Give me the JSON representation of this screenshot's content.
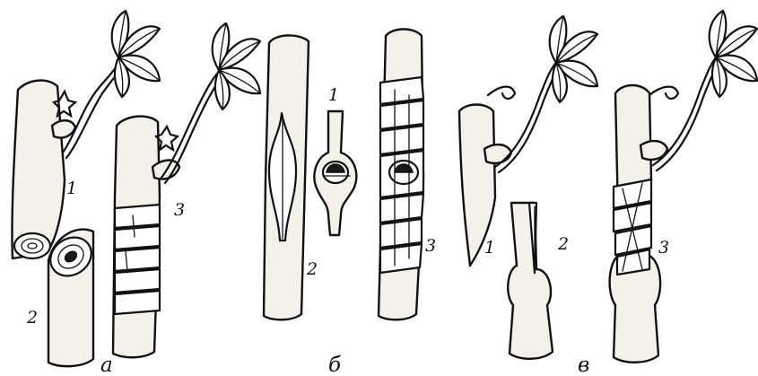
{
  "panels": [
    {
      "id": "a",
      "caption": "а",
      "labels": {
        "scion": "1",
        "rootstock": "2",
        "joined": "3"
      }
    },
    {
      "id": "b",
      "caption": "б",
      "labels": {
        "bud": "1",
        "rootstock": "2",
        "joined": "3"
      }
    },
    {
      "id": "v",
      "caption": "в",
      "labels": {
        "scion": "1",
        "rootstock": "2",
        "joined": "3"
      }
    }
  ]
}
